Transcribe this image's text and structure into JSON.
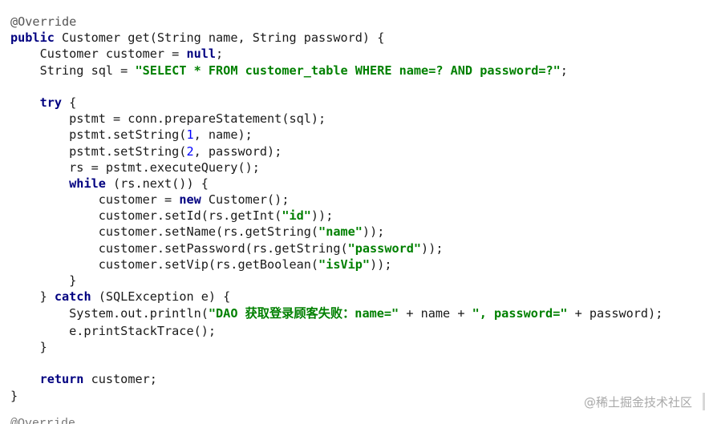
{
  "code": {
    "lines": [
      [
        {
          "t": "@Override",
          "c": "ann"
        }
      ],
      [
        {
          "t": "public",
          "c": "kw"
        },
        {
          "t": " Customer get(String name, String password) {"
        }
      ],
      [
        {
          "t": "    Customer customer = "
        },
        {
          "t": "null",
          "c": "kw"
        },
        {
          "t": ";"
        }
      ],
      [
        {
          "t": "    String sql = "
        },
        {
          "t": "\"SELECT * FROM customer_table WHERE name=? AND password=?\"",
          "c": "str"
        },
        {
          "t": ";"
        }
      ],
      [],
      [
        {
          "t": "    "
        },
        {
          "t": "try",
          "c": "kw"
        },
        {
          "t": " {"
        }
      ],
      [
        {
          "t": "        pstmt = conn.prepareStatement(sql);"
        }
      ],
      [
        {
          "t": "        pstmt.setString("
        },
        {
          "t": "1",
          "c": "num"
        },
        {
          "t": ", name);"
        }
      ],
      [
        {
          "t": "        pstmt.setString("
        },
        {
          "t": "2",
          "c": "num"
        },
        {
          "t": ", password);"
        }
      ],
      [
        {
          "t": "        rs = pstmt.executeQuery();"
        }
      ],
      [
        {
          "t": "        "
        },
        {
          "t": "while",
          "c": "kw"
        },
        {
          "t": " (rs.next()) {"
        }
      ],
      [
        {
          "t": "            customer = "
        },
        {
          "t": "new",
          "c": "kw"
        },
        {
          "t": " Customer();"
        }
      ],
      [
        {
          "t": "            customer.setId(rs.getInt("
        },
        {
          "t": "\"id\"",
          "c": "str"
        },
        {
          "t": "));"
        }
      ],
      [
        {
          "t": "            customer.setName(rs.getString("
        },
        {
          "t": "\"name\"",
          "c": "str"
        },
        {
          "t": "));"
        }
      ],
      [
        {
          "t": "            customer.setPassword(rs.getString("
        },
        {
          "t": "\"password\"",
          "c": "str"
        },
        {
          "t": "));"
        }
      ],
      [
        {
          "t": "            customer.setVip(rs.getBoolean("
        },
        {
          "t": "\"isVip\"",
          "c": "str"
        },
        {
          "t": "));"
        }
      ],
      [
        {
          "t": "        }"
        }
      ],
      [
        {
          "t": "    } "
        },
        {
          "t": "catch",
          "c": "kw"
        },
        {
          "t": " (SQLException e) {"
        }
      ],
      [
        {
          "t": "        System.out.println("
        },
        {
          "t": "\"DAO ",
          "c": "str"
        },
        {
          "t": "获取登录顾客失败：",
          "c": "str cjk"
        },
        {
          "t": "name=\"",
          "c": "str"
        },
        {
          "t": " + name + "
        },
        {
          "t": "\", password=\"",
          "c": "str"
        },
        {
          "t": " + password);"
        }
      ],
      [
        {
          "t": "        e.printStackTrace();"
        }
      ],
      [
        {
          "t": "    }"
        }
      ],
      [],
      [
        {
          "t": "    "
        },
        {
          "t": "return",
          "c": "kw"
        },
        {
          "t": " customer;"
        }
      ],
      [
        {
          "t": "}"
        }
      ]
    ],
    "next_line": "@Override"
  },
  "watermark": "@稀土掘金技术社区"
}
